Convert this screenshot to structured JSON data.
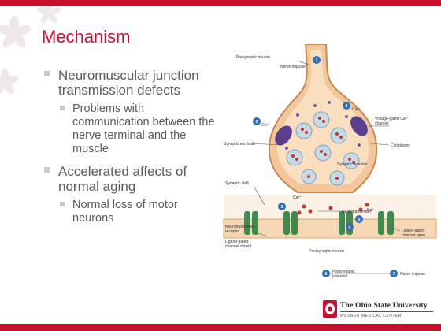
{
  "slide": {
    "title": "Mechanism",
    "bullets": [
      {
        "text": "Neuromuscular junction transmission defects",
        "sub": [
          "Problems with communication between the nerve terminal and the muscle"
        ]
      },
      {
        "text": "Accelerated affects of normal aging",
        "sub": [
          "Normal loss of motor neurons"
        ]
      }
    ]
  },
  "diagram": {
    "labels": {
      "presynaptic_neuron": "Presynaptic neuron",
      "nerve_impulse_top": "Nerve impulse",
      "ca_top": "Ca²⁺",
      "ca_left": "Ca²⁺",
      "ca_cleft": "Ca²⁺",
      "voltage_gated_1": "Voltage-gated Ca²⁺",
      "voltage_gated_2": "channel",
      "cytoplasm": "Cytoplasm",
      "synaptic_end_bulb": "Synaptic end bulb",
      "synaptic_vesicles": "Synaptic vesicles",
      "synaptic_cleft": "Synaptic cleft",
      "neurotransmitter_receptor_1": "Neurotransmitter",
      "neurotransmitter_receptor_2": "receptor",
      "neurotransmitter": "Neurotransmitter",
      "na": "Na⁺",
      "ligand_gated_closed_1": "Ligand-gated",
      "ligand_gated_closed_2": "channel closed",
      "ligand_gated_open_1": "Ligand-gated",
      "ligand_gated_open_2": "channel open",
      "postsynaptic_neuron": "Postsynaptic neuron",
      "postsynaptic_potential_1": "Postsynaptic",
      "postsynaptic_potential_2": "potential",
      "nerve_impulse_bottom": "Nerve impulse"
    },
    "steps": [
      "1",
      "2",
      "2",
      "3",
      "4",
      "5",
      "6",
      "7"
    ]
  },
  "footer": {
    "university": "The Ohio State University",
    "center": "WEXNER MEDICAL CENTER"
  },
  "colors": {
    "accent": "#c8102e",
    "text": "#5a5a5a",
    "bullet": "#c9c9c9",
    "terminal": "#f2c79b",
    "step_badge": "#2f6fb3",
    "channel": "#5b3f8c",
    "receptor": "#3f8a4e"
  }
}
